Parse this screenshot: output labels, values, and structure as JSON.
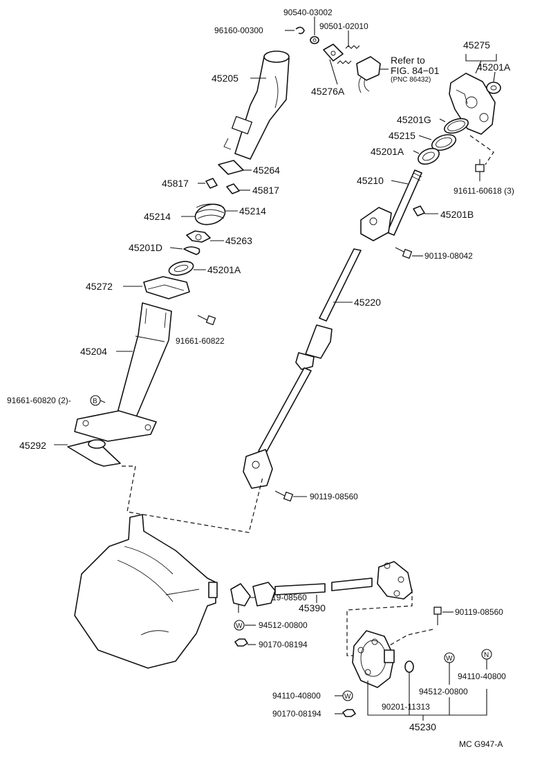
{
  "labels": {
    "p90540_03002": "90540-03002",
    "p96160_00300": "96160-00300",
    "p90501_02010": "90501-02010",
    "refer_to": "Refer to",
    "fig_ref": "FIG. 84−01",
    "pnc_ref": "(PNC 86432)",
    "p45276a": "45276A",
    "p45205": "45205",
    "p45275": "45275",
    "p45201a_top": "45201A",
    "p45201g": "45201G",
    "p45215": "45215",
    "p45201a_mid": "45201A",
    "p45264": "45264",
    "p45817_left": "45817",
    "p45817_right": "45817",
    "p45210": "45210",
    "p91611_60618": "91611-60618 (3)",
    "p45214_left": "45214",
    "p45214_right": "45214",
    "p45201b": "45201B",
    "p45263": "45263",
    "p45201d": "45201D",
    "p90119_08042": "90119-08042",
    "p45201a_low": "45201A",
    "p45272": "45272",
    "p45220": "45220",
    "p91661_60822": "91661-60822",
    "p45204": "45204",
    "p91661_60820": "91661-60820 (2)-",
    "badge_b": "B",
    "p45292": "45292",
    "p90119_08560_a": "90119-08560",
    "p90119_08560_b": "90119-08560",
    "p45390": "45390",
    "p94512_00800_a": "94512-00800",
    "p90170_08194_a": "90170-08194",
    "p90119_08560_c": "90119-08560",
    "p94110_40800_a": "94110-40800",
    "p94110_40800_b": "94110-40800",
    "p90201_11313": "90201-11313",
    "p94512_00800_b": "94512-00800",
    "p90170_08194_b": "90170-08194",
    "p45230": "45230",
    "badge_w": "W",
    "badge_n": "N",
    "footer_code": "MC  G947-A"
  }
}
